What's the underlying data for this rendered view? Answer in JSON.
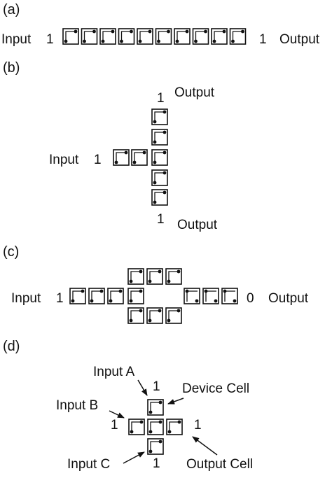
{
  "panels": {
    "a": {
      "label": "(a)",
      "input_label": "Input",
      "input_value": "1",
      "output_value": "1",
      "output_label": "Output"
    },
    "b": {
      "label": "(b)",
      "input_label": "Input",
      "input_value": "1",
      "top_value": "1",
      "top_output_label": "Output",
      "bottom_value": "1",
      "bottom_output_label": "Output"
    },
    "c": {
      "label": "(c)",
      "input_label": "Input",
      "input_value": "1",
      "output_value": "0",
      "output_label": "Output"
    },
    "d": {
      "label": "(d)",
      "input_a_label": "Input A",
      "input_a_value": "1",
      "input_b_label": "Input B",
      "input_b_value": "1",
      "input_c_label": "Input C",
      "input_c_value": "1",
      "output_value": "1",
      "device_cell_label": "Device Cell",
      "output_cell_label": "Output Cell"
    }
  },
  "colors": {
    "ink": "#111111",
    "background": "#ffffff"
  }
}
